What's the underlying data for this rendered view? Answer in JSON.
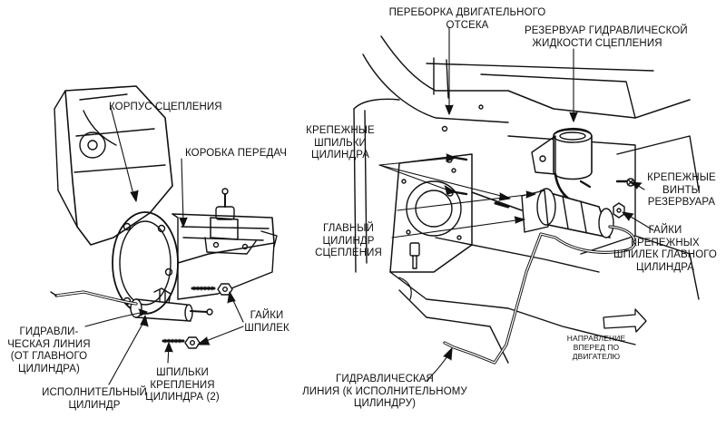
{
  "labels": {
    "clutch_housing": "КОРПУС СЦЕПЛЕНИЯ",
    "gearbox": "КОРОБКА ПЕРЕДАЧ",
    "hydraulic_line_from_master": [
      "ГИДРАВЛИ-",
      "ЧЕСКАЯ ЛИНИЯ",
      "(ОТ ГЛАВНОГО",
      "ЦИЛИНДРА)"
    ],
    "slave_cylinder": [
      "ИСПОЛНИТЕЛЬНЫЙ",
      "ЦИЛИНДР"
    ],
    "cylinder_studs": [
      "ШПИЛЬКИ",
      "КРЕПЛЕНИЯ",
      "ЦИЛИНДРА (2)"
    ],
    "stud_nuts": [
      "ГАЙКИ",
      "ШПИЛЕК"
    ],
    "engine_bulkhead": [
      "ПЕРЕБОРКА ДВИГАТЕЛЬНОГО",
      "ОТСЕКА"
    ],
    "fluid_reservoir": [
      "РЕЗЕРВУАР ГИДРАВЛИЧЕСКОЙ",
      "ЖИДКОСТИ СЦЕПЛЕНИЯ"
    ],
    "mounting_studs": [
      "КРЕПЕЖНЫЕ",
      "ШПИЛЬКИ",
      "ЦИЛИНДРА"
    ],
    "reservoir_screws": [
      "КРЕПЕЖНЫЕ",
      "ВИНТЫ",
      "РЕЗЕРВУАРА"
    ],
    "master_cylinder": [
      "ГЛАВНЫЙ",
      "ЦИЛИНДР",
      "СЦЕПЛЕНИЯ"
    ],
    "master_stud_nuts": [
      "ГАЙКИ",
      "КРЕПЕЖНЫХ",
      "ШПИЛЕК ГЛАВНОГО",
      "ЦИЛИНДРА"
    ],
    "forward_direction": [
      "НАПРАВЛЕНИЕ",
      "ВПЕРЕД ПО",
      "ДВИГАТЕЛЮ"
    ],
    "hydraulic_line_to_slave": [
      "ГИДРАВЛИЧЕСКАЯ",
      "ЛИНИЯ (К ИСПОЛНИТЕЛЬНОМУ",
      "ЦИЛИНДРУ)"
    ]
  }
}
